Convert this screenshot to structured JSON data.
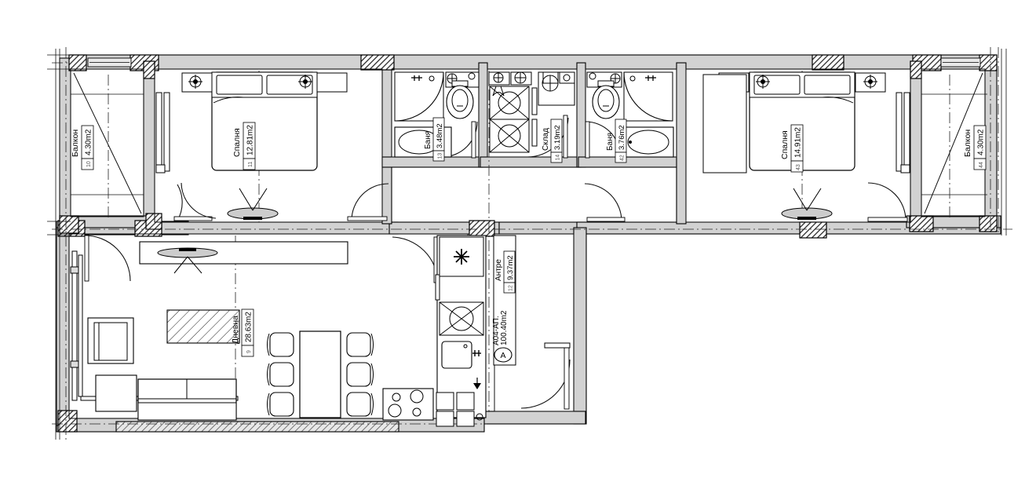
{
  "document": {
    "type": "architectural-floor-plan",
    "apartment_code": "A04-АП.",
    "apartment_area": "100.40m2",
    "apartment_marker": "A",
    "units": "m2",
    "language": "Bulgarian"
  },
  "colors": {
    "wall_fill": "#d2d2d2",
    "wall_stroke": "#000000",
    "column_hatch": "#3a3a3a",
    "furniture_stroke": "#000000",
    "paper": "#ffffff",
    "thin_line": "#1a1a1a"
  },
  "rooms": [
    {
      "id": "balcony-left",
      "number": "10",
      "name": "Балкон",
      "area": "4.30m2"
    },
    {
      "id": "bedroom-left",
      "number": "11",
      "name": "Спалня",
      "area": "12.81m2"
    },
    {
      "id": "bath-left",
      "number": "13",
      "name": "Баня",
      "area": "3.48m2"
    },
    {
      "id": "storage",
      "number": "14",
      "name": "Склад",
      "area": "3.19m2"
    },
    {
      "id": "bath-right",
      "number": "42",
      "name": "Баня",
      "area": "3.76m2"
    },
    {
      "id": "bedroom-right",
      "number": "43",
      "name": "Спалня",
      "area": "14.91m2"
    },
    {
      "id": "balcony-right",
      "number": "44",
      "name": "Балкон",
      "area": "4.30m2"
    },
    {
      "id": "living",
      "number": "9",
      "name": "Дневна",
      "area": "28.63m2"
    },
    {
      "id": "hall",
      "number": "12",
      "name": "Антре",
      "area": "9.37m2"
    }
  ],
  "fixtures": {
    "shower": "shower-icon",
    "toilet": "toilet-icon",
    "bathtub": "bathtub-icon",
    "sink": "sink-icon",
    "washer": "washing-machine-icon",
    "fridge": "fridge-icon",
    "cooktop": "cooktop-icon",
    "kitchen_sink": "kitchen-sink-icon",
    "bed": "double-bed-icon",
    "nightstand_lamp": "lamp-icon",
    "dining_table": "dining-table-icon",
    "dining_chair": "chair-icon",
    "sofa": "sofa-icon",
    "armchair": "armchair-icon",
    "tv_unit": "tv-cabinet-icon",
    "wardrobe": "wardrobe-icon",
    "ceiling_fixture": "ceiling-fixture-icon",
    "door_swing": "door-swing-icon",
    "window": "window-icon"
  }
}
